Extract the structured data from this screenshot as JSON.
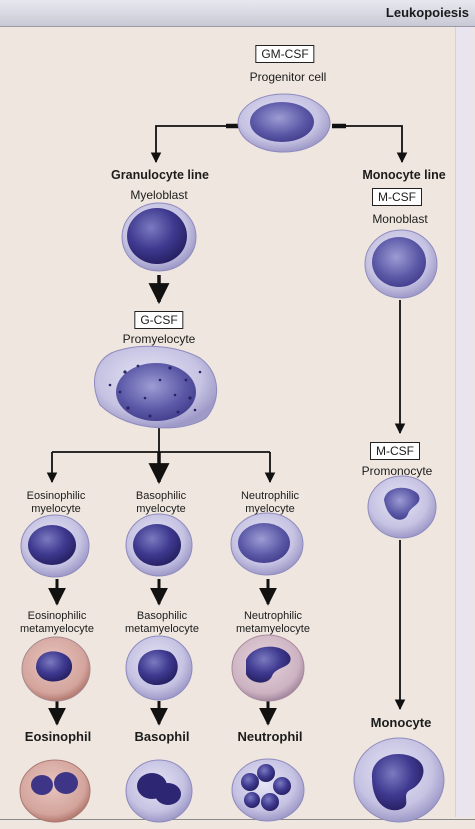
{
  "header": {
    "title": "Leukopoiesis"
  },
  "progenitor": {
    "factor": "GM-CSF",
    "name": "Progenitor cell"
  },
  "granulocyte": {
    "line_label": "Granulocyte line",
    "myeloblast": "Myeloblast",
    "factor": "G-CSF",
    "promyelocyte": "Promyelocyte",
    "eosinophilic": {
      "myelocyte_l1": "Eosinophilic",
      "myelocyte_l2": "myelocyte",
      "meta_l1": "Eosinophilic",
      "meta_l2": "metamyelocyte",
      "mature": "Eosinophil"
    },
    "basophilic": {
      "myelocyte_l1": "Basophilic",
      "myelocyte_l2": "myelocyte",
      "meta_l1": "Basophilic",
      "meta_l2": "metamyelocyte",
      "mature": "Basophil"
    },
    "neutrophilic": {
      "myelocyte_l1": "Neutrophilic",
      "myelocyte_l2": "myelocyte",
      "meta_l1": "Neutrophilic",
      "meta_l2": "metamyelocyte",
      "mature": "Neutrophil"
    }
  },
  "monocyte": {
    "line_label": "Monocyte line",
    "factor_1": "M-CSF",
    "monoblast": "Monoblast",
    "factor_2": "M-CSF",
    "promonocyte": "Promonocyte",
    "mature": "Monocyte"
  },
  "colors": {
    "background": "#efe7df",
    "cytoplasm": "#c9c7e6",
    "nucleus": "#36307e",
    "eosinophil_granules": "#a0332b",
    "arrow": "#111111"
  }
}
